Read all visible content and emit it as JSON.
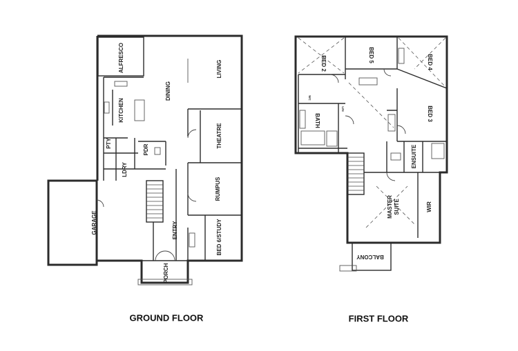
{
  "ground_floor": {
    "title": "GROUND FLOOR",
    "rooms": {
      "alfresco": "ALFRESCO",
      "kitchen": "KITCHEN",
      "dining": "DINING",
      "living": "LIVING",
      "pty": "PTY",
      "pdr": "PDR",
      "ldry": "LDRY",
      "theatre": "THEATRE",
      "garage": "GARAGE",
      "rumpus": "RUMPUS",
      "entry": "ENTRY",
      "bed6": "BED 6/STUDY",
      "porch": "PORCH"
    }
  },
  "first_floor": {
    "title": "FIRST FLOOR",
    "rooms": {
      "bed2": "BED 2",
      "bed5": "BED 5",
      "bed4": "BED 4",
      "bath": "BATH",
      "bed3": "BED 3",
      "ensuite": "ENSUITE",
      "master_line1": "MASTER",
      "master_line2": "SUITE",
      "wir": "WIR",
      "balcony": "BALCONY",
      "wc": "WC",
      "lin": "LIN"
    }
  }
}
